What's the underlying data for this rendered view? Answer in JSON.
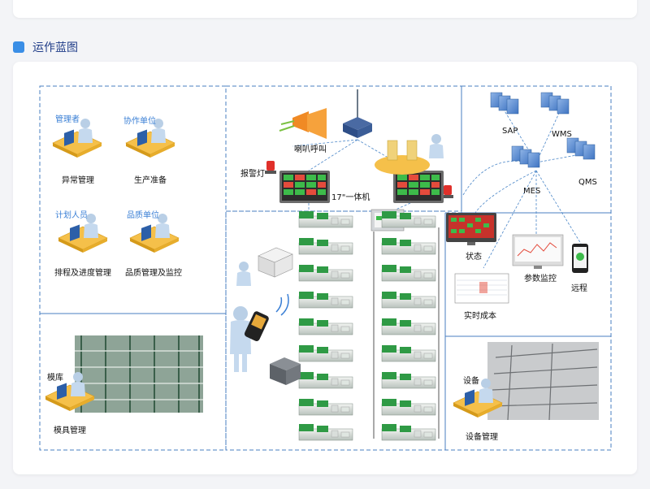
{
  "section": {
    "title": "运作蓝图"
  },
  "roles": {
    "manager": "管理者",
    "partner": "协作单位",
    "planner": "计划人员",
    "quality": "品质单位",
    "mold_store": "模库",
    "equipment": "设备"
  },
  "functions": {
    "exception_mgmt": "异常管理",
    "production_prep": "生产准备",
    "scheduling": "排程及进度管理",
    "quality_monitor": "品质管理及监控",
    "mold_mgmt": "模具管理",
    "equipment_mgmt": "设备管理"
  },
  "devices": {
    "horn_call": "喇叭呼叫",
    "alarm_light": "报警灯",
    "terminal": "17\"一体机"
  },
  "systems": {
    "sap": "SAP",
    "wms": "WMS",
    "qms": "QMS",
    "mes": "MES"
  },
  "outputs": {
    "status": "状态",
    "param_monitor": "参数监控",
    "remote": "远程",
    "realtime_cost": "实时成本"
  },
  "colors": {
    "dash_border": "#4a7fc1",
    "role_text": "#3a7fd5",
    "accent": "#3a8ee6",
    "title": "#1f3c88"
  }
}
